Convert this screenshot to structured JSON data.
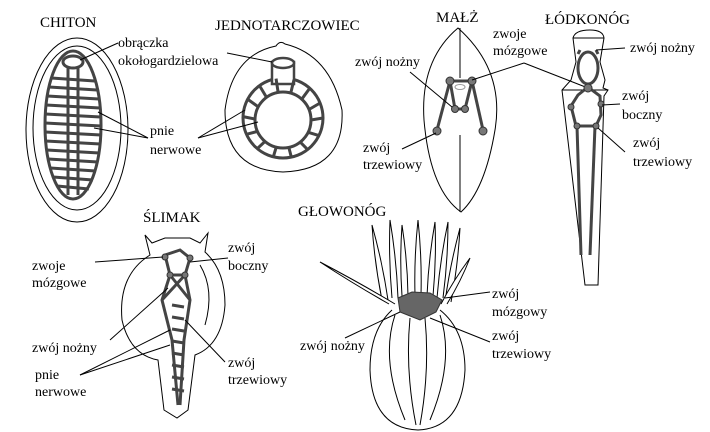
{
  "titles": {
    "chiton": "CHITON",
    "jednotarczowiec": "JEDNOTARCZOWIEC",
    "malz": "MAŁŻ",
    "lodkonog": "ŁÓDKONÓG",
    "slimak": "ŚLIMAK",
    "glowonog": "GŁOWONÓG"
  },
  "labels": {
    "chiton_ring_1": "obrączka",
    "chiton_ring_2": "okołogardzielowa",
    "chiton_trunks_1": "pnie",
    "chiton_trunks_2": "nerwowe",
    "malz_cerebral_1": "zwoje",
    "malz_cerebral_2": "mózgowe",
    "malz_pedal": "zwój nożny",
    "malz_visceral_1": "zwój",
    "malz_visceral_2": "trzewiowy",
    "lodkonog_pedal": "zwój nożny",
    "lodkonog_pleural_1": "zwój",
    "lodkonog_pleural_2": "boczny",
    "lodkonog_visceral_1": "zwój",
    "lodkonog_visceral_2": "trzewiowy",
    "slimak_cerebral_1": "zwoje",
    "slimak_cerebral_2": "mózgowe",
    "slimak_pleural_1": "zwój",
    "slimak_pleural_2": "boczny",
    "slimak_pedal": "zwój nożny",
    "slimak_trunks_1": "pnie",
    "slimak_trunks_2": "nerwowe",
    "slimak_visceral_1": "zwój",
    "slimak_visceral_2": "trzewiowy",
    "glowonog_cerebral_1": "zwój",
    "glowonog_cerebral_2": "mózgowy",
    "glowonog_pedal": "zwój nożny",
    "glowonog_visceral_1": "zwój",
    "glowonog_visceral_2": "trzewiowy"
  }
}
